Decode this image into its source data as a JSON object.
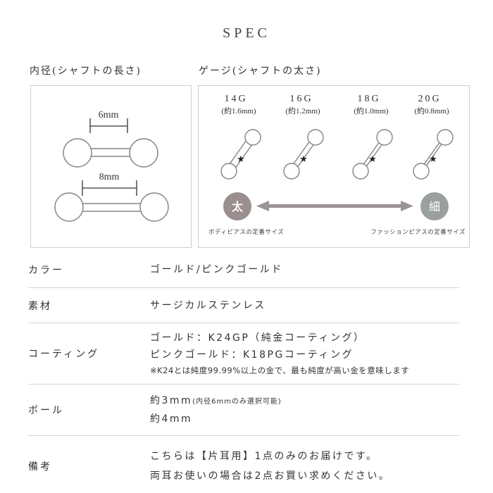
{
  "page": {
    "title": "SPEC"
  },
  "inner_diameter": {
    "label": "内径(シャフトの長さ)",
    "sizes": [
      {
        "label": "6mm"
      },
      {
        "label": "8mm"
      }
    ]
  },
  "gauge": {
    "label": "ゲージ(シャフトの太さ)",
    "items": [
      {
        "gauge": "14G",
        "mm": "(約1.6mm)"
      },
      {
        "gauge": "16G",
        "mm": "(約1.2mm)"
      },
      {
        "gauge": "18G",
        "mm": "(約1.0mm)"
      },
      {
        "gauge": "20G",
        "mm": "(約0.8mm)"
      }
    ],
    "thick_label": "太",
    "thin_label": "細",
    "thick_caption": "ボディピアスの定番サイズ",
    "thin_caption": "ファッションピアスの定番サイズ",
    "thick_color": "#9b8e8e",
    "thin_color": "#9aa09d",
    "arrow_color": "#9a9494"
  },
  "specs": {
    "color": {
      "label": "カラー",
      "value": "ゴールド/ピンクゴールド"
    },
    "material": {
      "label": "素材",
      "value": "サージカルステンレス"
    },
    "coating": {
      "label": "コーティング",
      "line1": "ゴールド：K24GP（純金コーティング）",
      "line2": "ピンクゴールド：K18PGコーティング",
      "note": "※K24とは純度99.99%以上の金で、最も純度が高い金を意味します"
    },
    "ball": {
      "label": "ボール",
      "line1_main": "約3mm",
      "line1_note": "(内径6mmのみ選択可能)",
      "line2": "約4mm"
    },
    "remarks": {
      "label": "備考",
      "line1": "こちらは【片耳用】1点のみのお届けです。",
      "line2": "両耳お使いの場合は2点お買い求めください。"
    }
  }
}
